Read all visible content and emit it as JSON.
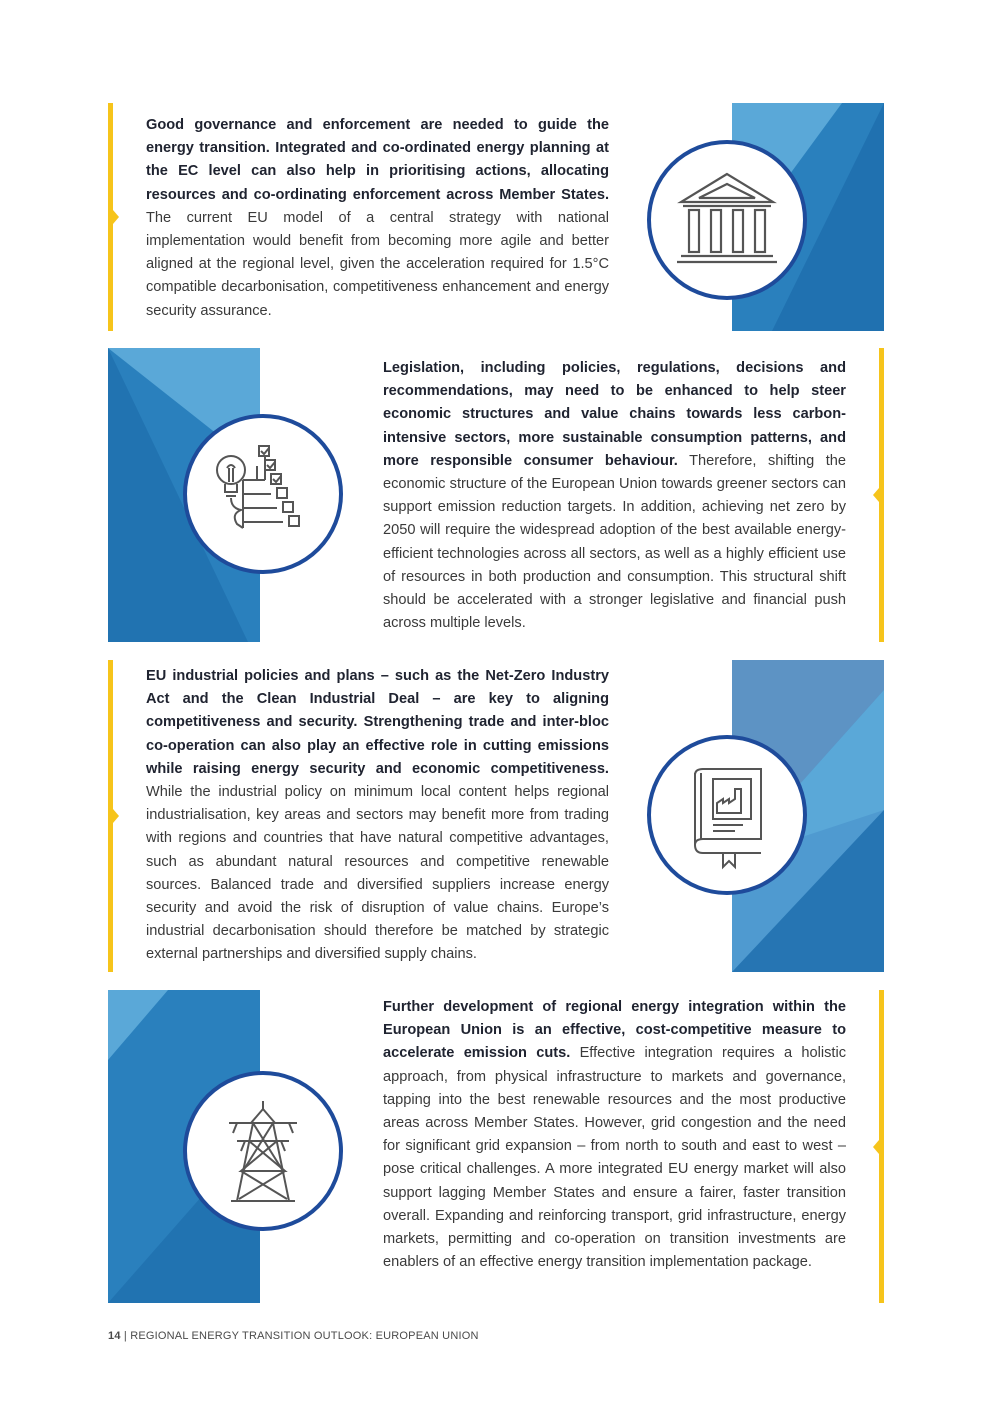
{
  "sections": [
    {
      "bold": "Good governance and enforcement are needed to guide the energy transition. Integrated and co-ordinated energy planning at the EC level can also help in prioritising actions, allocating resources and co-ordinating enforcement across Member States.",
      "body": " The current EU model of a central strategy with national implementation would benefit from becoming more agile and better aligned at the regional level, given the acceleration required for 1.5°C compatible decarbonisation, competitiveness enhancement and energy security assurance.",
      "icon": "government-building-icon"
    },
    {
      "bold": "Legislation, including policies, regulations, decisions and recommendations, may need to be enhanced to help steer economic structures and value chains towards less carbon-intensive sectors, more sustainable consumption patterns, and more responsible consumer behaviour.",
      "body": " Therefore, shifting the economic structure of the European Union towards greener sectors can support emission reduction targets. In addition, achieving net zero by 2050 will require the widespread adoption of the best available energy-efficient technologies across all sectors, as well as a highly efficient use of resources in both production and consumption. This structural shift should be accelerated with a stronger legislative and financial push across multiple levels.",
      "icon": "lightbulb-checklist-icon"
    },
    {
      "bold": "EU industrial policies and plans – such as the Net-Zero Industry Act and the Clean Industrial Deal – are key to aligning competitiveness and security. Strengthening trade and inter-bloc co-operation can also play an effective role in cutting emissions while raising energy security and economic competitiveness.",
      "body": " While the industrial policy on minimum local content helps regional industrialisation, key areas and sectors may benefit more from trading with regions and countries that have natural competitive advantages, such as abundant natural resources and competitive renewable sources. Balanced trade and diversified suppliers increase energy security and avoid the risk of disruption of value chains. Europe’s industrial decarbonisation should therefore be matched by strategic external partnerships and diversified supply chains.",
      "icon": "industry-book-icon"
    },
    {
      "bold": "Further development of regional energy integration within the European Union is an effective, cost-competitive measure to accelerate emission cuts.",
      "body": " Effective integration requires a holistic approach, from physical infrastructure to markets and governance, tapping into the best renewable resources and the most productive areas across Member States. However, grid congestion and the need for significant grid expansion – from north to south and east to west – pose critical challenges. A more integrated EU energy market will also support lagging Member States and ensure a fairer, faster transition overall. Expanding and reinforcing transport, grid infrastructure, energy markets, permitting and co-operation on transition investments are enablers of an effective energy transition implementation package.",
      "icon": "power-pylon-icon"
    }
  ],
  "footer": {
    "page_number": "14",
    "separator": " | ",
    "title": "REGIONAL ENERGY TRANSITION OUTLOOK: EUROPEAN UNION"
  },
  "colors": {
    "accent_yellow": "#f6c41b",
    "circle_border": "#1e4b9b",
    "panel_blue_dark": "#1f6fae",
    "panel_blue_light": "#5aa8d8"
  }
}
